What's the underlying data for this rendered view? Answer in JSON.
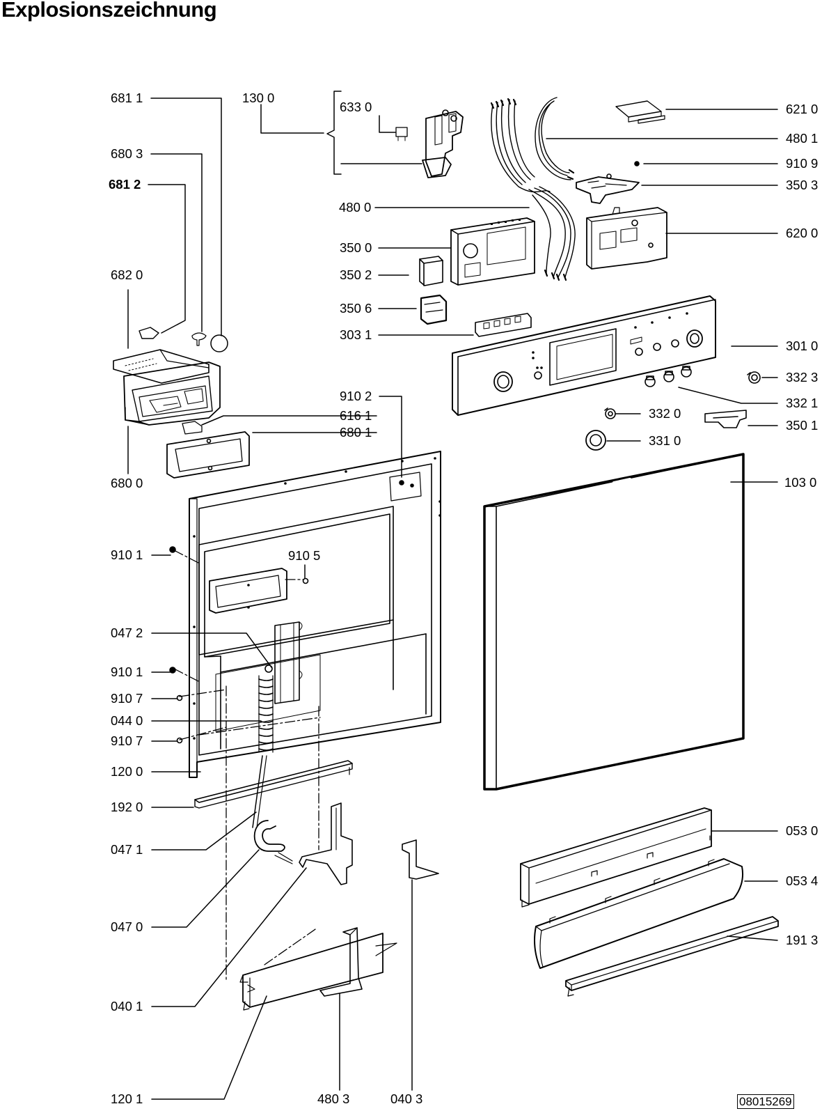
{
  "title": "Explosionszeichnung",
  "drawing_number": "08015269",
  "labels": {
    "p6811": "681 1",
    "p1300": "130 0",
    "p6330": "633 0",
    "p6210": "621 0",
    "p4801": "480 1",
    "p9109": "910 9",
    "p6803": "680 3",
    "p6812": "681 2",
    "p3503": "350 3",
    "p4800": "480 0",
    "p6200": "620 0",
    "p3500": "350 0",
    "p3502": "350 2",
    "p6820": "682 0",
    "p3506": "350 6",
    "p3031": "303 1",
    "p3010": "301 0",
    "p3323": "332 3",
    "p9102": "910 2",
    "p3321": "332 1",
    "p6161": "616 1",
    "p3320": "332 0",
    "p3501": "350 1",
    "p6801": "680 1",
    "p3310": "331 0",
    "p6800": "680 0",
    "p1030": "103 0",
    "p9101a": "910 1",
    "p9105": "910 5",
    "p0472": "047 2",
    "p9101b": "910 1",
    "p9107a": "910 7",
    "p0440": "044 0",
    "p9107b": "910 7",
    "p1200": "120 0",
    "p1920": "192 0",
    "p0530": "053 0",
    "p0471": "047 1",
    "p0534": "053 4",
    "p0470": "047 0",
    "p1913": "191 3",
    "p0401": "040 1",
    "p1201": "120 1",
    "p4803": "480 3",
    "p0403": "040 3"
  }
}
